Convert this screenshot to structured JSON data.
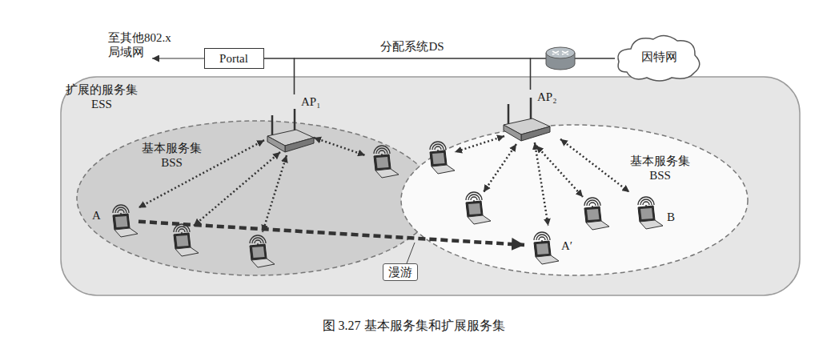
{
  "diagram": {
    "caption": "图 3.27 基本服务集和扩展服务集",
    "nodes": [
      {
        "text": [
          "扩展的服务集 ESS"
        ]
      },
      {
        "text": [
          "基本服务集 BSS"
        ],
        "in": 0
      },
      {
        "text": [
          "基本服务集 BSS"
        ],
        "in": 0
      },
      {
        "text": [
          "Portal"
        ]
      },
      {
        "text": [
          "因特网"
        ]
      },
      {
        "text": [
          "AP₁"
        ],
        "in": 0
      },
      {
        "text": [
          "AP₂"
        ],
        "in": 0
      },
      {
        "text": [
          "A"
        ],
        "in": 1
      },
      {
        "text": [
          "A′"
        ],
        "in": 2
      },
      {
        "text": [
          "B"
        ],
        "in": 2
      }
    ],
    "edges": [
      {
        "from": 3,
        "to": 5,
        "arrow": "none"
      },
      {
        "from": 5,
        "to": 6,
        "label": "分配系统DS",
        "arrow": "none"
      },
      {
        "from": 6,
        "to": 4,
        "arrow": "none"
      },
      {
        "from": 5,
        "to": 7,
        "arrow": "both"
      },
      {
        "from": 6,
        "to": 8,
        "arrow": "both"
      },
      {
        "from": 6,
        "to": 9,
        "arrow": "both"
      },
      {
        "from": 7,
        "to": 8,
        "arrow": "to"
      }
    ],
    "labels": [
      "至其他802.x 局域网",
      "漫游"
    ]
  }
}
